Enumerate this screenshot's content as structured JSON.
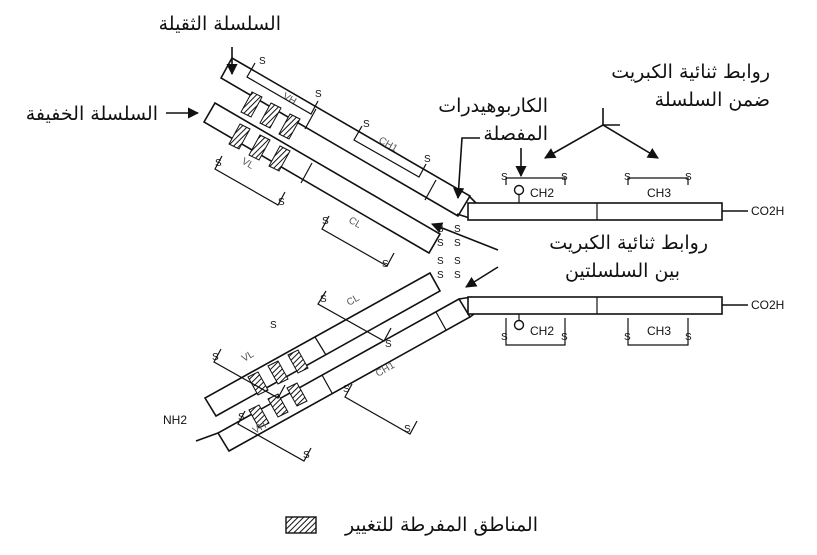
{
  "labels": {
    "heavy_chain": "السلسلة الثقيلة",
    "light_chain": "السلسلة الخفيفة",
    "hinge_carbohydrates_line1": "الكاربوهيدرات",
    "hinge_carbohydrates_line2": "المفصلة",
    "intrachain_disulfide_line1": "روابط ثنائية الكبريت",
    "intrachain_disulfide_line2": "ضمن السلسلة",
    "interchain_disulfide_line1": "روابط ثنائية الكبريت",
    "interchain_disulfide_line2": "بين السلسلتين",
    "legend_hypervariable": "المناطق المفرطة للتغيير"
  },
  "domains": {
    "vh": "VH",
    "vl": "VL",
    "ch1": "CH1",
    "cl": "CL",
    "ch2": "CH2",
    "ch3": "CH3"
  },
  "termini": {
    "cooh": "CO2H",
    "nh2": "NH2"
  },
  "sulfur": "S",
  "colors": {
    "line": "#111111",
    "background": "#ffffff",
    "domain_text": "#555555"
  }
}
